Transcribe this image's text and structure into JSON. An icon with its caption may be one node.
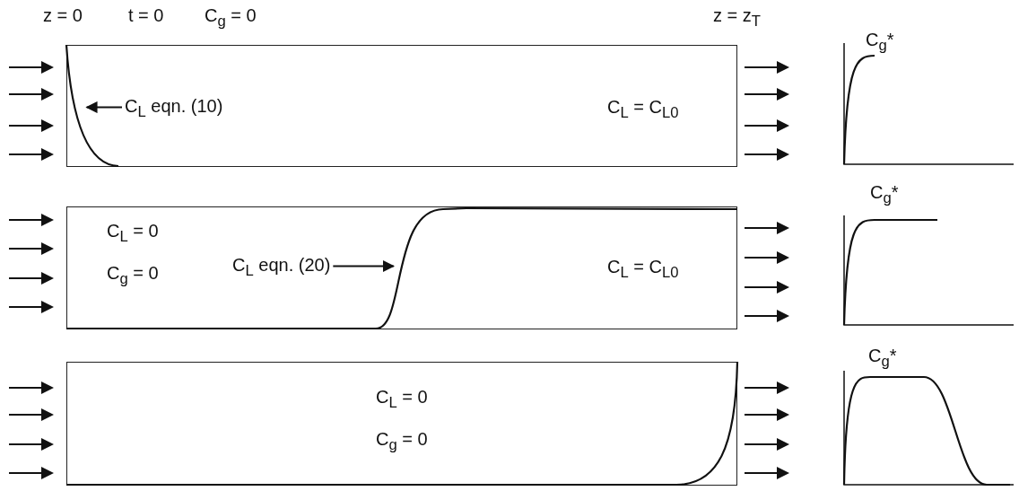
{
  "diagram": {
    "nodes": [
      {
        "text": [
          "C$_{L}$ = C$_{L0}$"
        ]
      },
      {
        "text": [
          "C$_{L}$ eqn. (10)"
        ],
        "in": 0
      },
      {
        "text": [],
        "shape": "curve",
        "in": 0
      },
      {
        "text": [
          "C$_{L}$ = 0",
          "C$_{g}$ = 0",
          "C$_{L}$ = C$_{L0}$"
        ]
      },
      {
        "text": [
          "C$_{L}$ eqn. (20)"
        ],
        "in": 3
      },
      {
        "text": [],
        "shape": "curve",
        "in": 3
      },
      {
        "text": [
          "C$_{L}$ = 0",
          "C$_{g}$ = 0"
        ]
      },
      {
        "text": [],
        "shape": "curve",
        "in": 6
      }
    ],
    "edges": [
      {
        "from": 1,
        "to": 2,
        "arrow": "to"
      },
      {
        "from": 4,
        "to": 5,
        "arrow": "to"
      }
    ],
    "labels": [
      "z = 0",
      "t = 0",
      "C$_{g}$ = 0",
      "z = z$_{T}$",
      "C$_{g}$*",
      "C$_{g}$*",
      "C$_{g}$*"
    ]
  }
}
